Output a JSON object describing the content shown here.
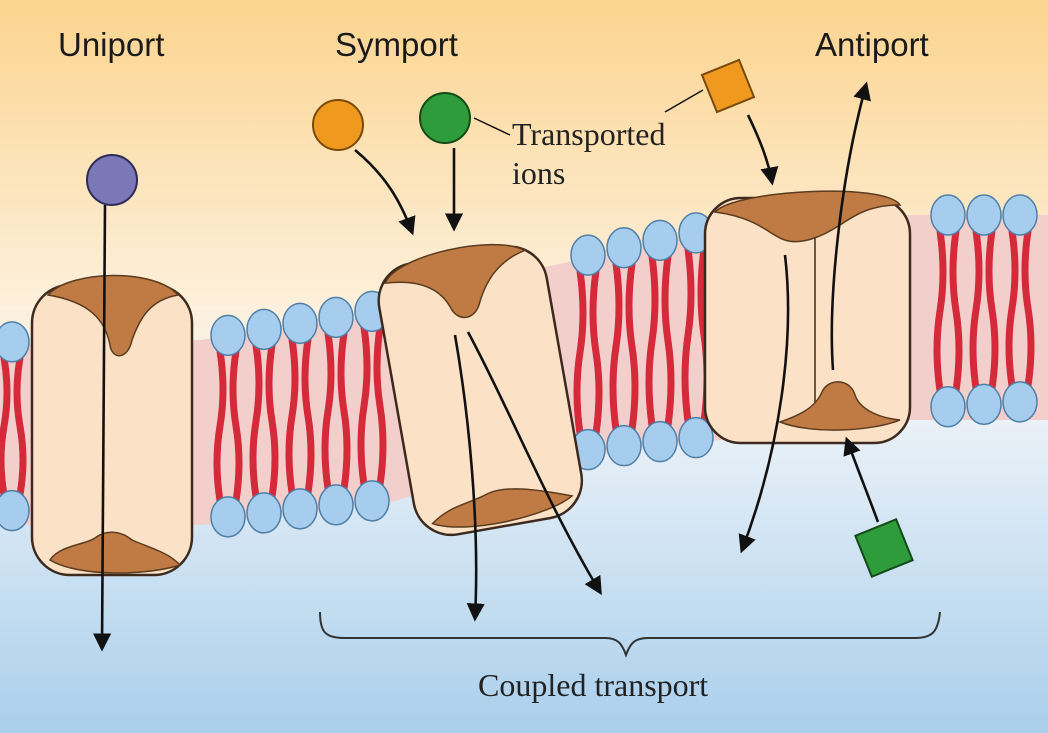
{
  "labels": {
    "uniport": "Uniport",
    "symport": "Symport",
    "antiport": "Antiport",
    "transported_line1": "Transported",
    "transported_line2": "ions",
    "coupled": "Coupled transport"
  },
  "colors": {
    "top_background": "#fbd48f",
    "bottom_background": "#a9cfec",
    "phospholipid_head": "#a6cdee",
    "head_outline": "#4f7fa6",
    "lipid_tail": "#d42a3a",
    "lipid_core": "#f3cfcc",
    "protein_body": "#fbe2c6",
    "protein_cap": "#c07a44",
    "ion_uniport": "#7b78b8",
    "ion_orange": "#ef9a1f",
    "ion_green": "#2f9c3b",
    "arrow": "#111111"
  },
  "icons": {
    "uniport_ion": "purple-circle",
    "symport_ion_a": "orange-circle",
    "symport_ion_b": "green-circle",
    "antiport_ion_in": "orange-square",
    "antiport_ion_out": "green-square"
  }
}
